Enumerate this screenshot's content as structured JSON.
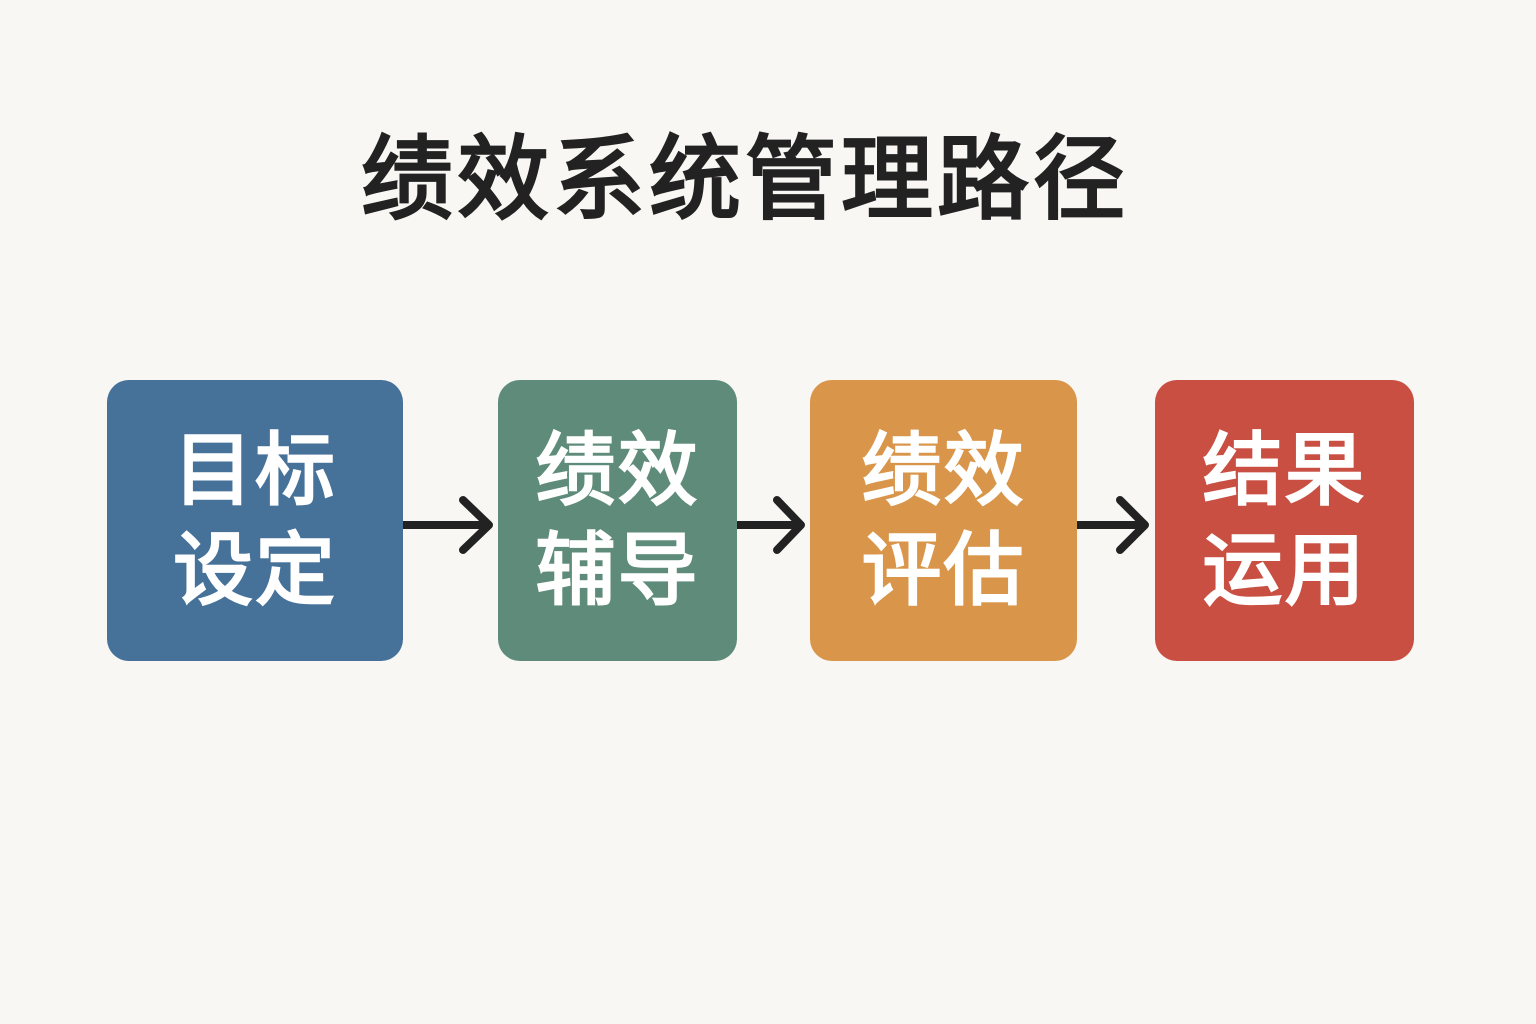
{
  "title": "绩效系统管理路径",
  "steps": [
    {
      "label": "目标设定",
      "color": "#46729a"
    },
    {
      "label": "绩效辅导",
      "color": "#5f8c7a"
    },
    {
      "label": "绩效评估",
      "color": "#d9964a"
    },
    {
      "label": "结果运用",
      "color": "#c94f42"
    }
  ],
  "arrow_color": "#222222"
}
